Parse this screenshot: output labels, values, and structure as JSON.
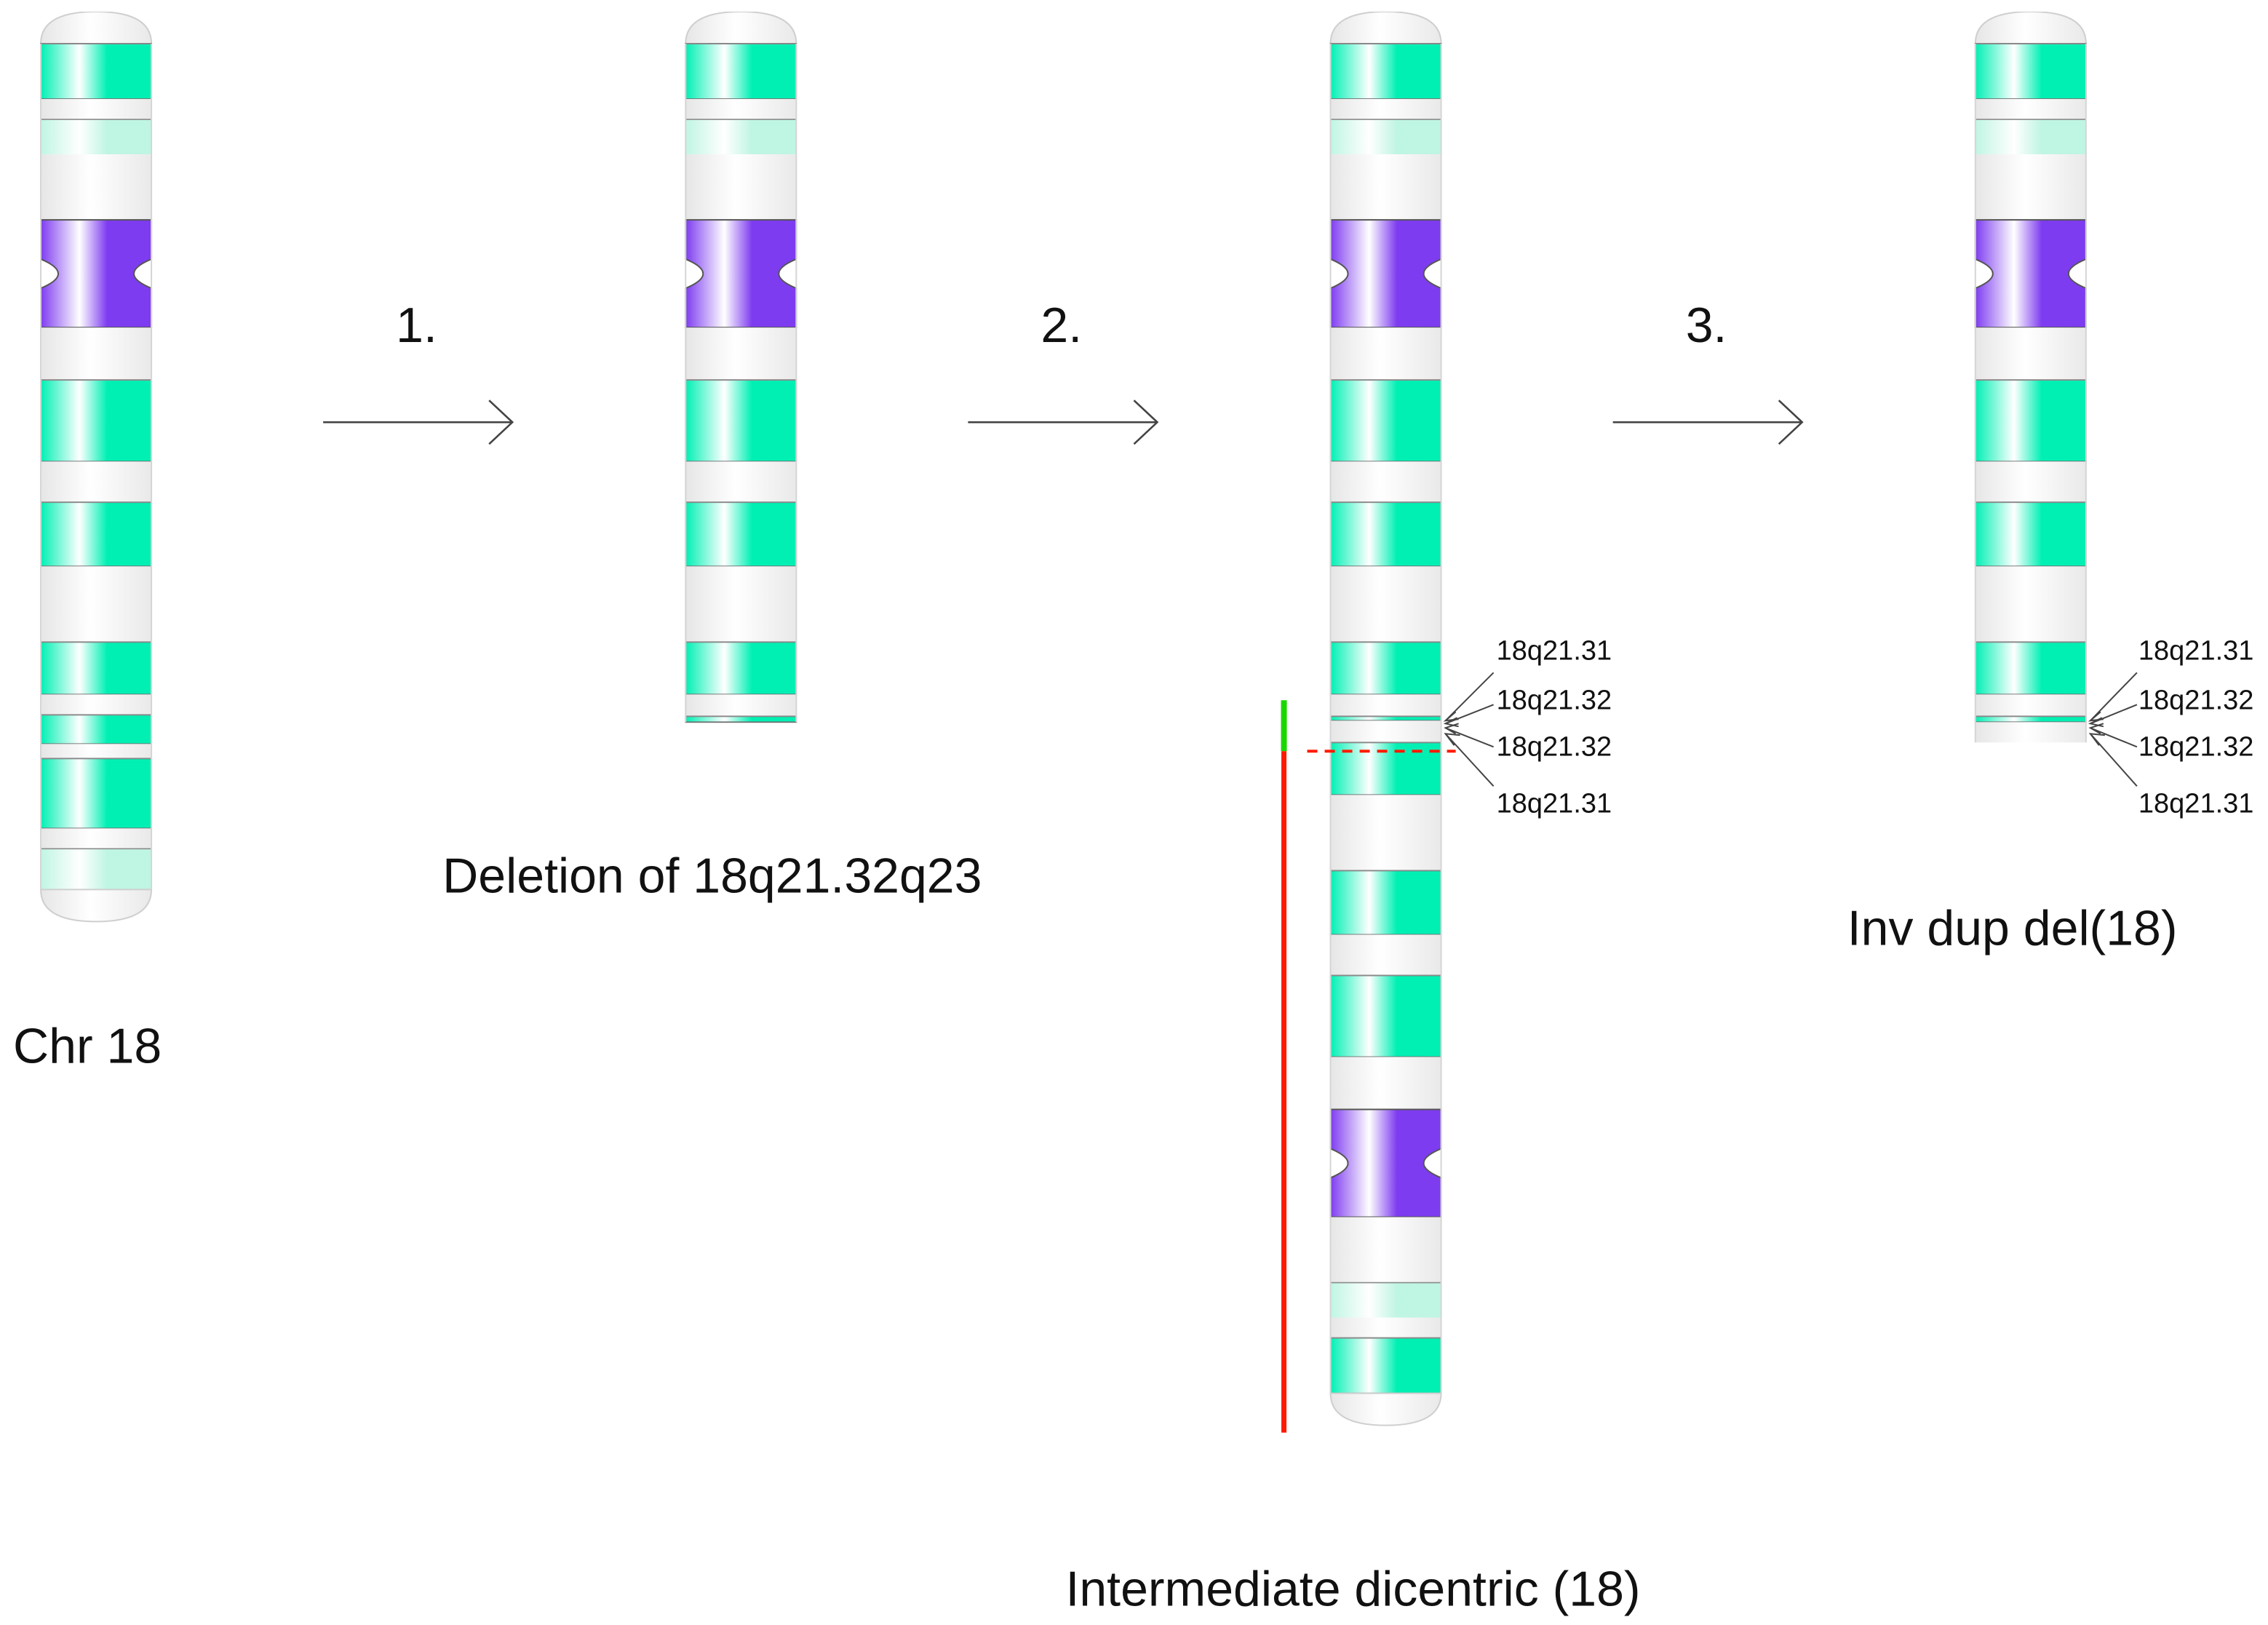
{
  "colors": {
    "dark_band": "#00f0b4",
    "pale_band": "#bff5e3",
    "centromere": "#7e3cf0",
    "body": "#f3f3f3",
    "recombination_green": "#19d800",
    "recombination_red": "#ff1a00"
  },
  "steps": [
    {
      "label": "1."
    },
    {
      "label": "2."
    },
    {
      "label": "3."
    }
  ],
  "chromosomes": [
    {
      "caption": "Chr 18"
    },
    {
      "caption": "Deletion of 18q21.32q23"
    },
    {
      "caption": "Intermediate dicentric (18)"
    },
    {
      "caption": "Inv dup del(18)"
    }
  ],
  "band_labels": {
    "dicentric": [
      "18q21.31",
      "18q21.32",
      "18q21.32",
      "18q21.31"
    ],
    "inv_dup_del": [
      "18q21.31",
      "18q21.32",
      "18q21.32",
      "18q21.31"
    ]
  }
}
